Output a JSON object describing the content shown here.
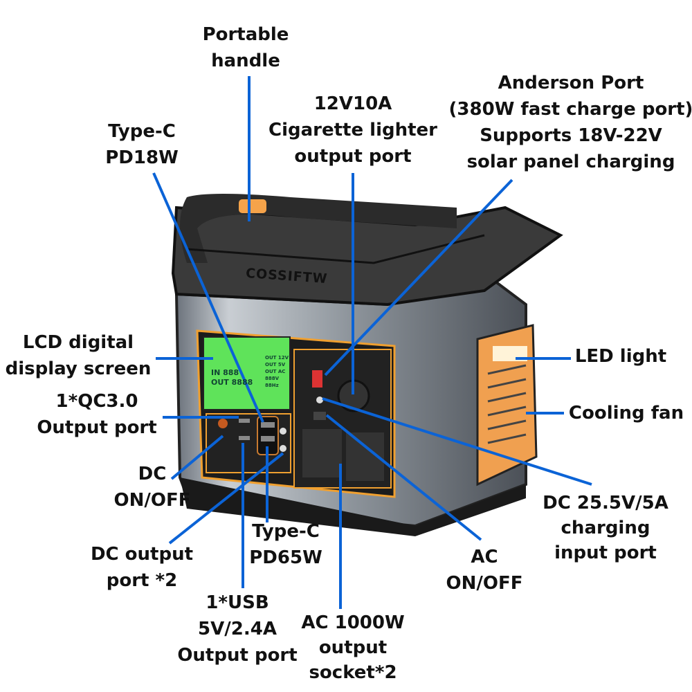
{
  "brand": "COSSIFTW",
  "lcd": {
    "in": "IN",
    "out": "OUT",
    "digits_in": "888",
    "digits_out": "8888",
    "out12v": "OUT 12V",
    "out5v": "OUT 5V",
    "outac": "OUT AC",
    "volt": "888V",
    "hz": "88Hz"
  },
  "labels": {
    "handle": [
      "Portable",
      "handle"
    ],
    "cigarette": [
      "12V10A",
      "Cigarette lighter",
      "output port"
    ],
    "anderson": [
      "Anderson Port",
      "(380W fast charge port)",
      "Supports 18V-22V",
      "solar panel charging"
    ],
    "typec18": [
      "Type-C",
      "PD18W"
    ],
    "lcd": [
      "LCD digital",
      "display screen"
    ],
    "qc3": [
      "1*QC3.0",
      "Output port"
    ],
    "dc_onoff": [
      "DC",
      "ON/OFF"
    ],
    "dc_output": [
      "DC output",
      "port *2"
    ],
    "typec65": [
      "Type-C",
      "PD65W"
    ],
    "usb": [
      "1*USB",
      "5V/2.4A",
      "Output port"
    ],
    "ac_socket": [
      "AC 1000W",
      "output",
      "socket*2"
    ],
    "ac_onoff": [
      "AC",
      "ON/OFF"
    ],
    "dc_charging": [
      "DC 25.5V/5A",
      "charging",
      "input port"
    ],
    "led": [
      "LED light"
    ],
    "fan": [
      "Cooling fan"
    ]
  },
  "colors": {
    "line": "#0b63d6",
    "accent": "#f5a34a",
    "lcd": "#5fe35a"
  }
}
